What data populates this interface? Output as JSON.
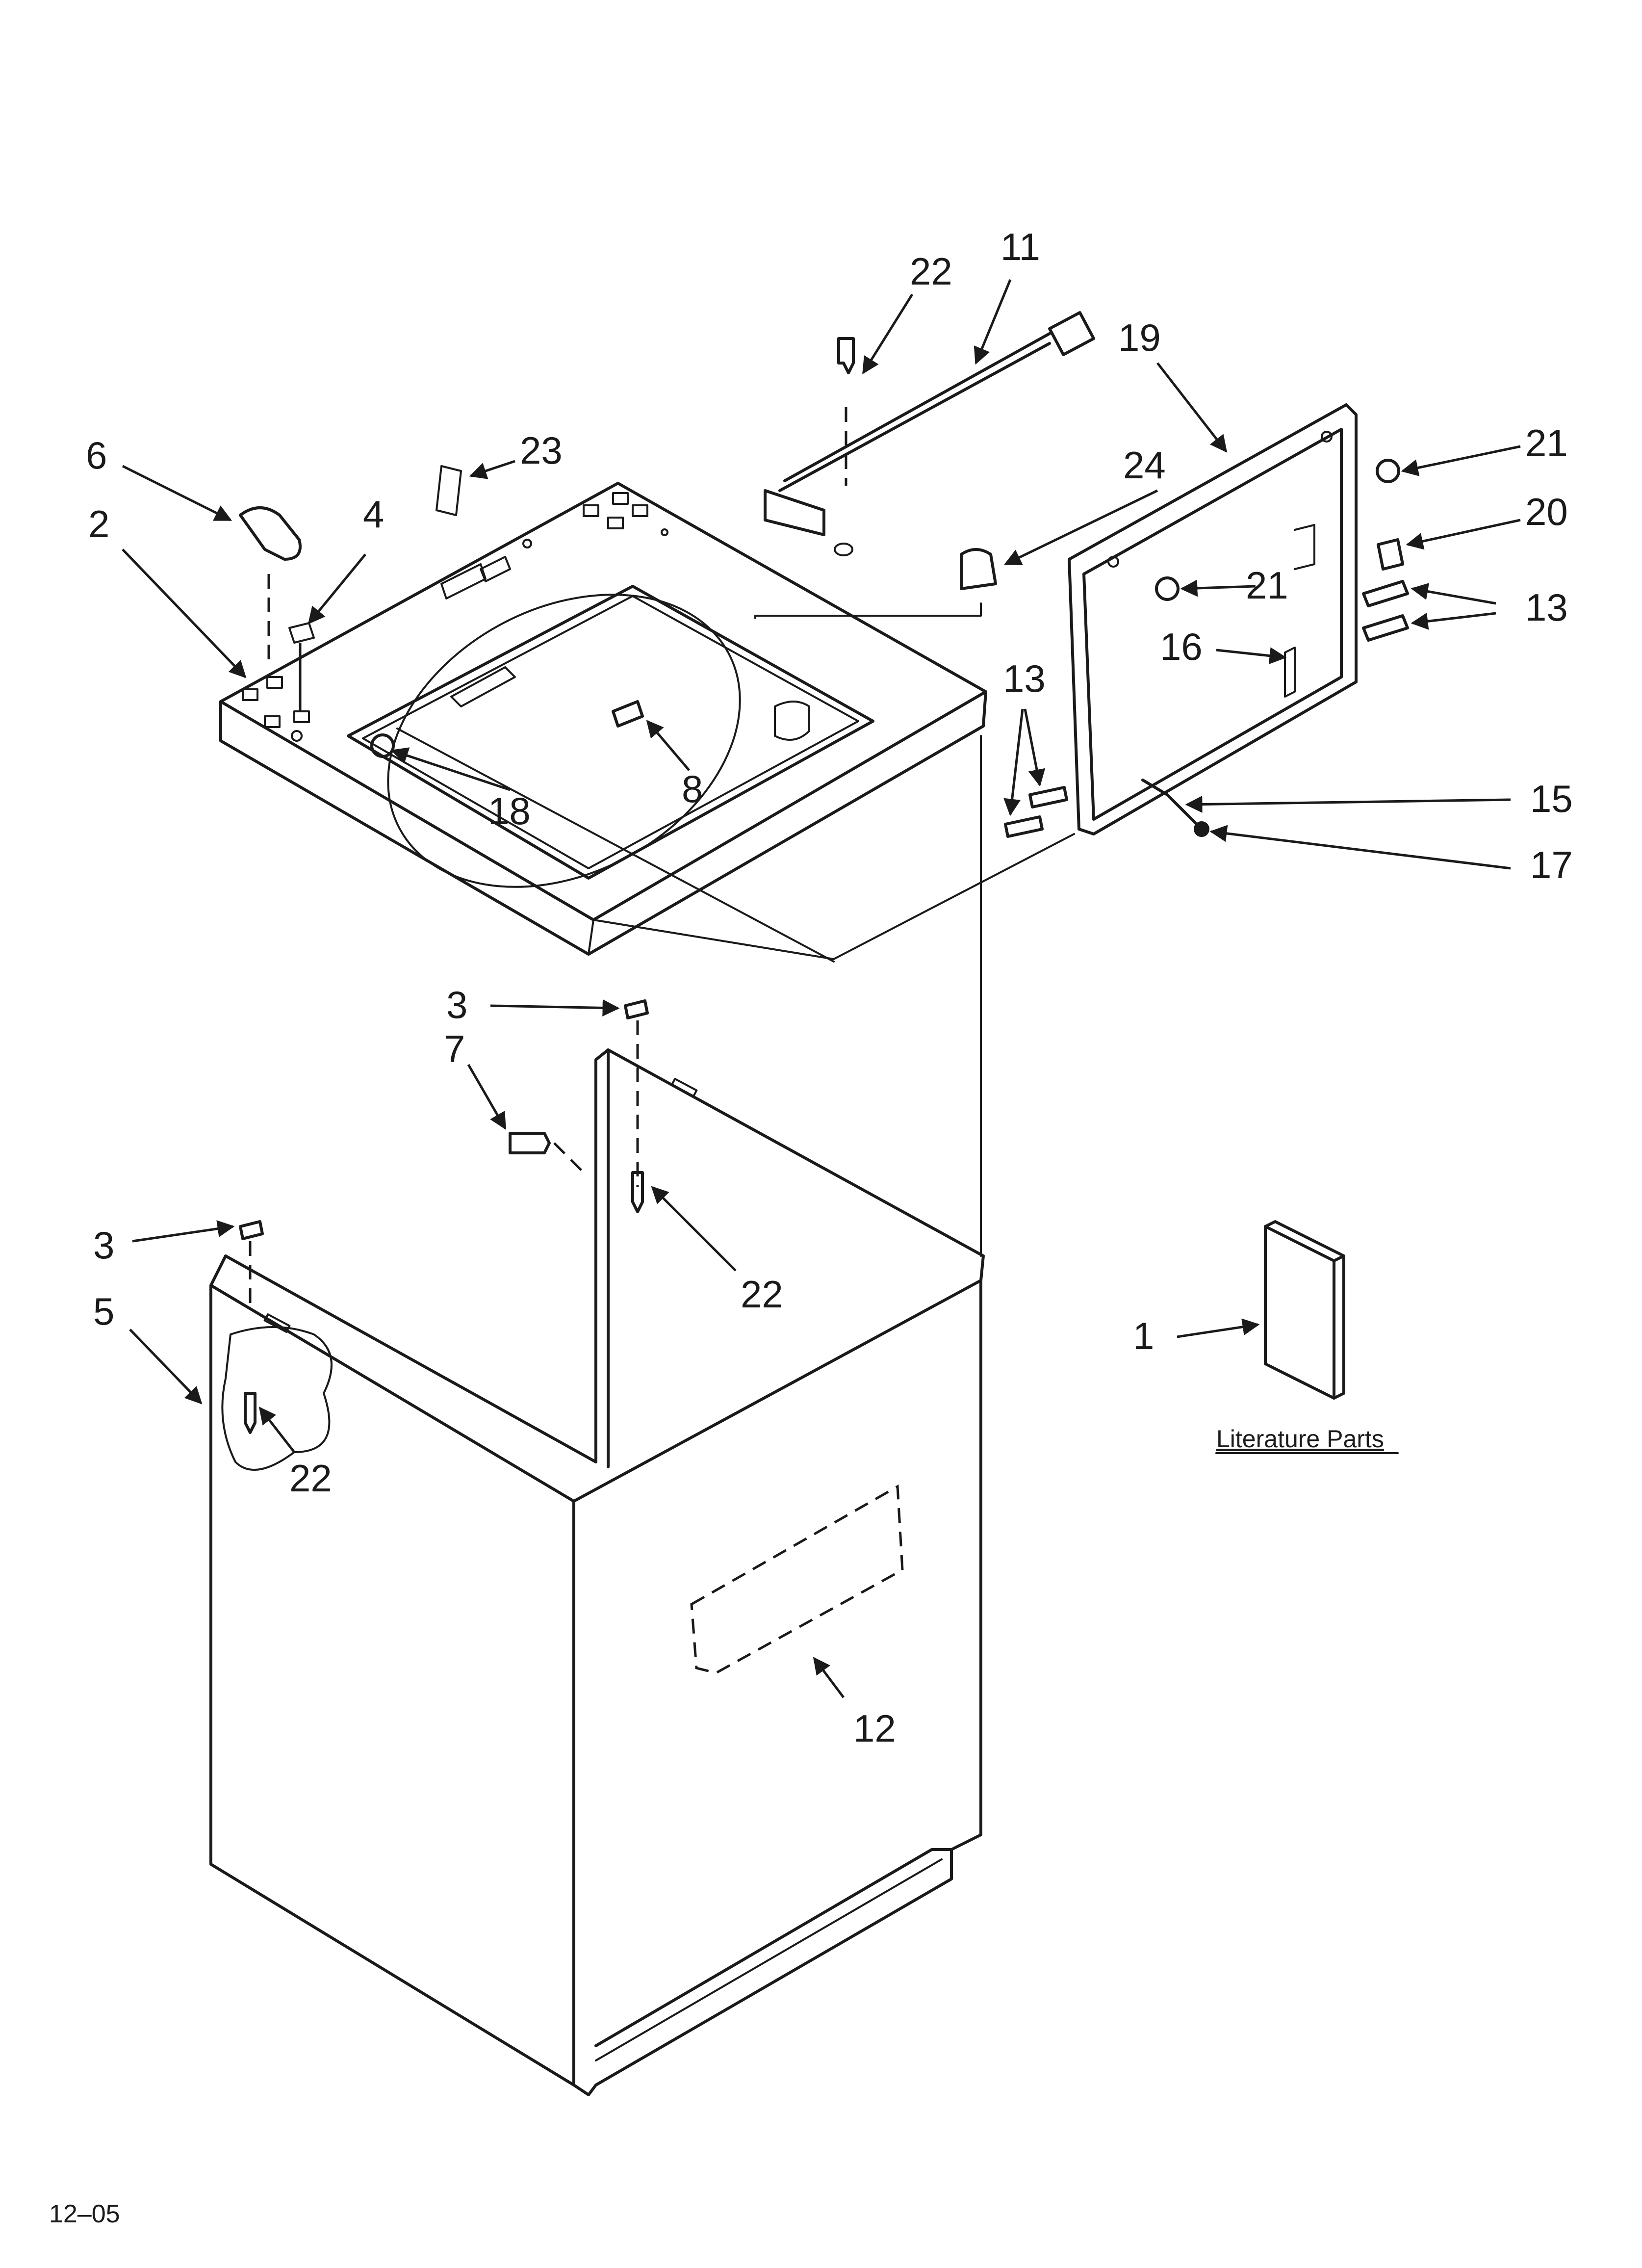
{
  "page_code": "12–05",
  "literature_label": "Literature Parts",
  "callouts": {
    "c22_top": "22",
    "c11": "11",
    "c19": "19",
    "c23": "23",
    "c6": "6",
    "c24": "24",
    "c21_top": "21",
    "c4": "4",
    "c2": "2",
    "c20": "20",
    "c21_mid": "21",
    "c13_right": "13",
    "c16": "16",
    "c13_left": "13",
    "c8": "8",
    "c18": "18",
    "c15": "15",
    "c17": "17",
    "c3_top": "3",
    "c7": "7",
    "c22_mid": "22",
    "c3_left": "3",
    "c5": "5",
    "c1": "1",
    "c22_low": "22",
    "c12": "12"
  }
}
